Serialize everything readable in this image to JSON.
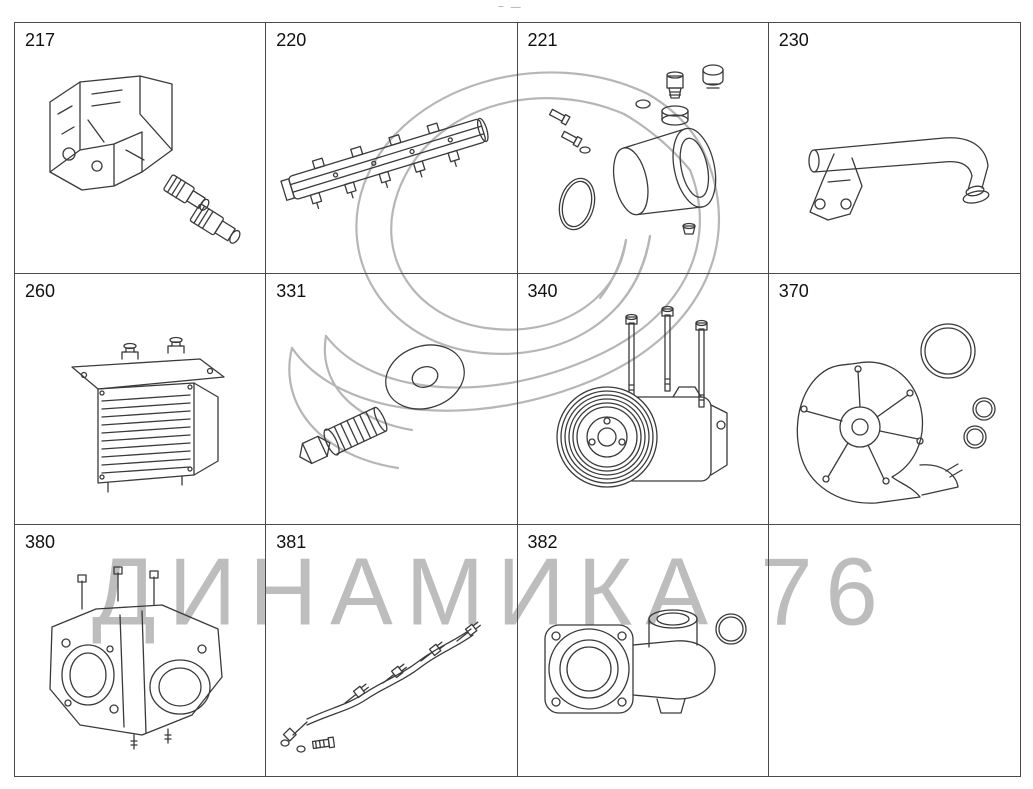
{
  "page": {
    "top_mark": "~ —"
  },
  "watermark": {
    "text": "ДИНАМИКА 76",
    "color": "#bdbdbd"
  },
  "colors": {
    "grid_border": "#4a4a4a",
    "label_text": "#111111",
    "line_art": "#3a3a3a",
    "watermark": "#b9b9b9"
  },
  "cells": [
    {
      "label": "217",
      "part": "cylinder-block-with-union-fittings"
    },
    {
      "label": "220",
      "part": "fuel-rail"
    },
    {
      "label": "221",
      "part": "filter-housing-with-oring-and-plugs"
    },
    {
      "label": "230",
      "part": "coolant-pipe-with-bracket"
    },
    {
      "label": "260",
      "part": "oil-cooler"
    },
    {
      "label": "331",
      "part": "bolt-with-washer-disc"
    },
    {
      "label": "340",
      "part": "compressor-with-mounting-bolts"
    },
    {
      "label": "370",
      "part": "front-cover-with-orings"
    },
    {
      "label": "380",
      "part": "thermostat-housing-block"
    },
    {
      "label": "381",
      "part": "fuel-pipe-assembly"
    },
    {
      "label": "382",
      "part": "water-outlet-elbow-with-oring"
    },
    {
      "label": "",
      "part": "empty"
    }
  ]
}
